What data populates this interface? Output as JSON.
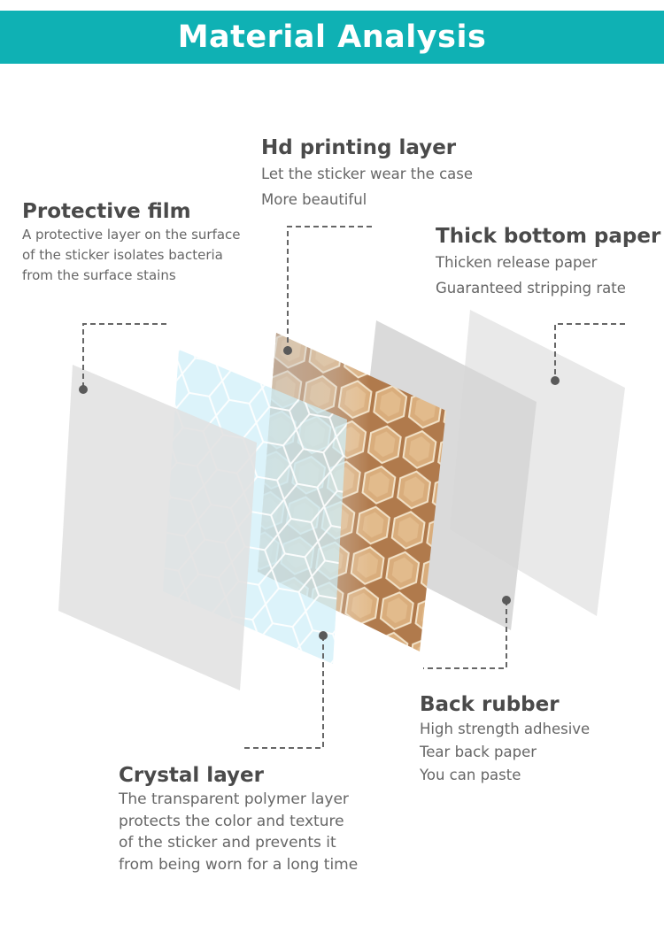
{
  "header": {
    "title": "Material Analysis"
  },
  "labels": {
    "hd_printing": {
      "title": "Hd printing layer",
      "lines": [
        "Let the sticker wear the case",
        "More beautiful"
      ]
    },
    "protective_film": {
      "title": "Protective film",
      "lines": [
        "A protective layer on the surface",
        "of the sticker isolates bacteria",
        "from the surface stains"
      ]
    },
    "thick_bottom": {
      "title": "Thick bottom paper",
      "lines": [
        "Thicken release paper",
        "Guaranteed stripping rate"
      ]
    },
    "back_rubber": {
      "title": "Back rubber",
      "lines": [
        "High strength adhesive",
        "Tear back paper",
        "You can paste"
      ]
    },
    "crystal": {
      "title": "Crystal layer",
      "lines": [
        "The transparent polymer layer",
        "protects the color and texture",
        "of the sticker and prevents it",
        "from being worn for a long time"
      ]
    }
  },
  "colors": {
    "banner": "#0fb1b4",
    "leader": "#666666"
  }
}
